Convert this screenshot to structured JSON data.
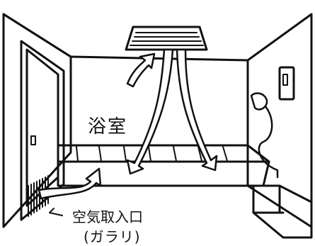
{
  "labels": {
    "room": "浴室",
    "air_inlet": "空気取入口",
    "air_inlet_note": "(ガラリ)"
  },
  "colors": {
    "line": "#111111",
    "background": "#ffffff"
  },
  "icons": [
    "ceiling-exhaust-fan-icon",
    "shower-head-icon",
    "airflow-arrow-icon"
  ]
}
